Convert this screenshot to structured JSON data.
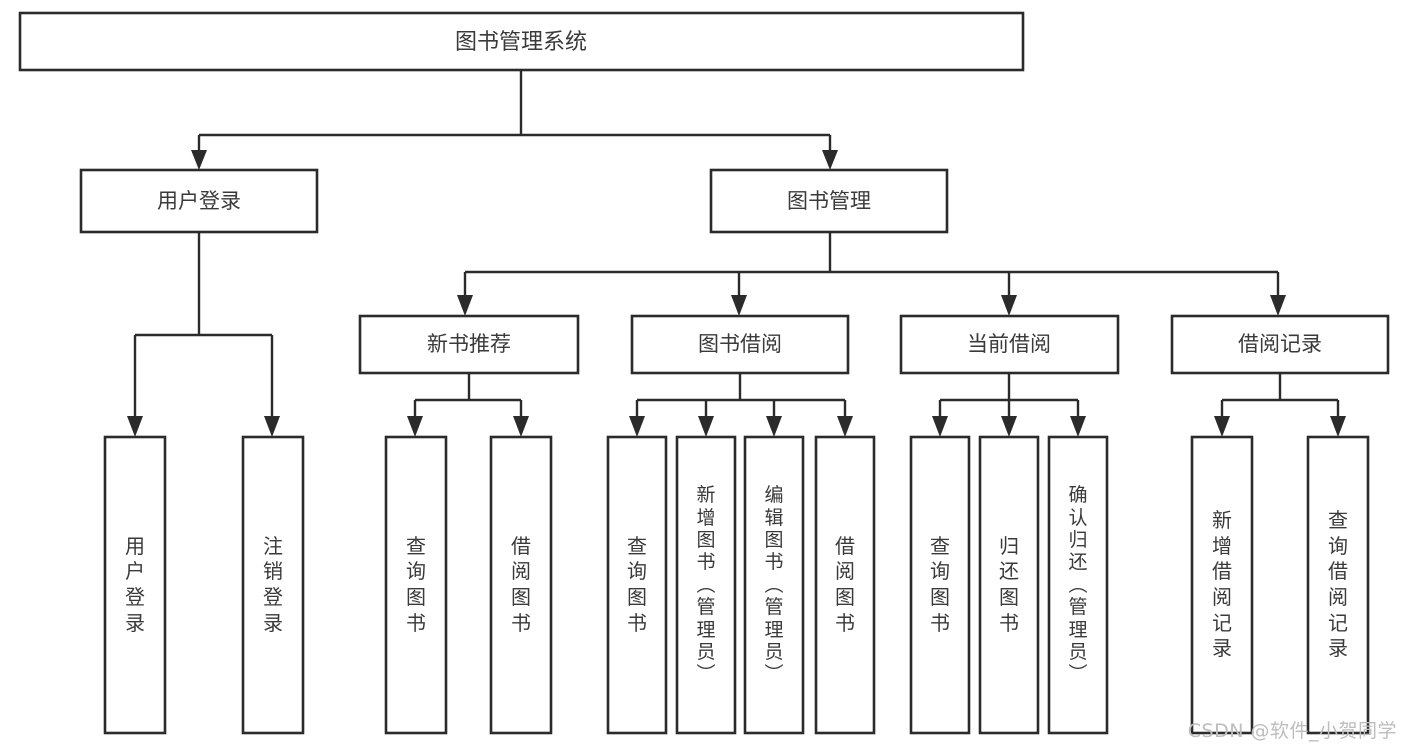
{
  "diagram": {
    "kind": "tree-hierarchy-chart",
    "title": "图书管理系统",
    "background_color": "#ffffff",
    "line_color": "#2b2b2b",
    "text_color": "#3a3a3a",
    "root": {
      "label": "图书管理系统"
    },
    "level1": [
      {
        "label": "用户登录"
      },
      {
        "label": "图书管理"
      }
    ],
    "level2": [
      {
        "label": "新书推荐"
      },
      {
        "label": "图书借阅"
      },
      {
        "label": "当前借阅"
      },
      {
        "label": "借阅记录"
      }
    ],
    "leaves": {
      "user_login": [
        {
          "label": "用户登录"
        },
        {
          "label": "注销登录"
        }
      ],
      "new_book_recommend": [
        {
          "label": "查询图书"
        },
        {
          "label": "借阅图书"
        }
      ],
      "book_borrow": [
        {
          "label": "查询图书"
        },
        {
          "label": "新增图书（管理员）"
        },
        {
          "label": "编辑图书（管理员）"
        },
        {
          "label": "借阅图书"
        }
      ],
      "current_borrow": [
        {
          "label": "查询图书"
        },
        {
          "label": "归还图书"
        },
        {
          "label": "确认归还（管理员）"
        }
      ],
      "borrow_record": [
        {
          "label": "新增借阅记录"
        },
        {
          "label": "查询借阅记录"
        }
      ]
    },
    "watermark": "CSDN @软件_小贺同学"
  }
}
